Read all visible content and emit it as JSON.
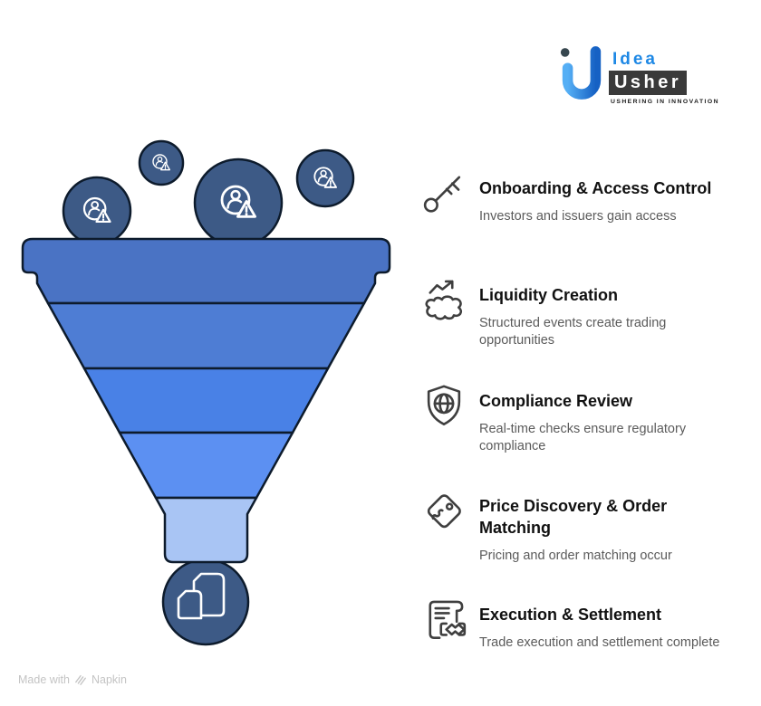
{
  "logo": {
    "idea": "Idea",
    "usher": "Usher",
    "tagline": "USHERING IN INNOVATION",
    "idea_color": "#1E88E5",
    "usher_bg": "#3A3A3A",
    "mark_gradient_start": "#55AFF5",
    "mark_gradient_end": "#1661C4",
    "mark_dot": "#37474F"
  },
  "funnel": {
    "section_colors": [
      "#4A73C4",
      "#4E7DD4",
      "#4981E6",
      "#5C90F2",
      "#A9C5F4"
    ],
    "outline": "#0D1B2C",
    "circle_fill": "#3D5A86",
    "icon_color": "#FFFFFF"
  },
  "steps": [
    {
      "title": "Onboarding & Access Control",
      "desc": "Investors and issuers gain access"
    },
    {
      "title": "Liquidity Creation",
      "desc": "Structured events create trading opportunities"
    },
    {
      "title": "Compliance Review",
      "desc": "Real-time checks ensure regulatory compliance"
    },
    {
      "title": "Price Discovery & Order Matching",
      "desc": "Pricing and order matching occur"
    },
    {
      "title": "Execution & Settlement",
      "desc": "Trade execution and settlement complete"
    }
  ],
  "footer": {
    "made_with": "Made with",
    "brand": "Napkin"
  }
}
